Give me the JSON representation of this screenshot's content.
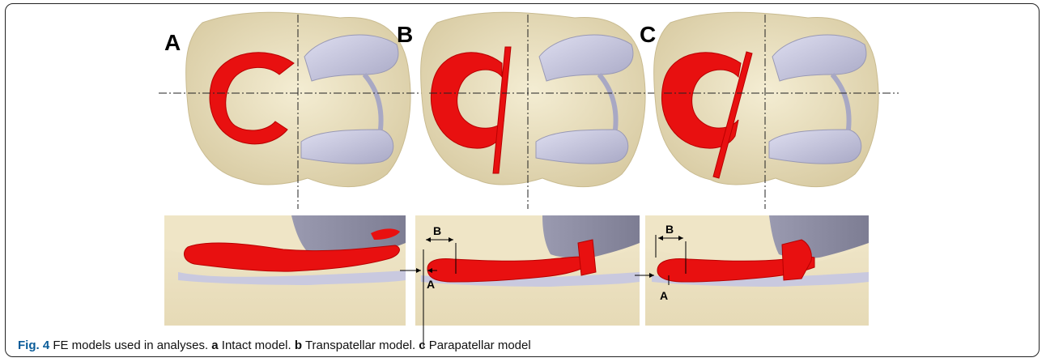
{
  "panels": {
    "a": {
      "label": "A",
      "dim_b": "",
      "dim_a": ""
    },
    "b": {
      "label": "B",
      "dim_b": "B",
      "dim_a": "A"
    },
    "c": {
      "label": "C",
      "dim_b": "B",
      "dim_a": "A"
    }
  },
  "caption": {
    "fig_label": "Fig. 4",
    "text": "FE models used in analyses.",
    "a_letter": "a",
    "a_text": "Intact model.",
    "b_letter": "b",
    "b_text": "Transpatellar model.",
    "c_letter": "c",
    "c_text": "Parapatellar model"
  },
  "colors": {
    "bone": "#ede3c2",
    "cartilage": "#c9c9df",
    "graft": "#e81010",
    "femur_gray": "#8f8fa3"
  }
}
